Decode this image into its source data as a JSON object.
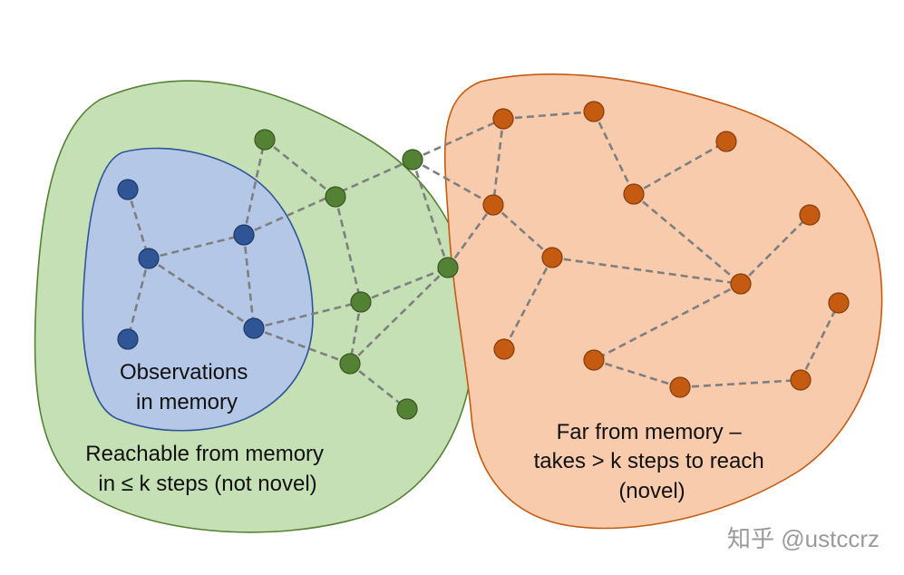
{
  "regions": {
    "memory": {
      "label_lines": [
        "Observations",
        "in memory"
      ],
      "fill": "#b4c7e7",
      "stroke": "#2f5597"
    },
    "reachable": {
      "label_lines": [
        "Reachable from memory",
        "in ≤ k steps (not novel)"
      ],
      "fill": "#c5e0b4",
      "stroke": "#548235"
    },
    "far": {
      "label_lines": [
        "Far from memory –",
        "takes > k steps to reach",
        "(novel)"
      ],
      "fill": "#f8cbad",
      "stroke": "#c55a11"
    }
  },
  "node_colors": {
    "memory": {
      "fill": "#2f5597",
      "stroke": "#1f3864"
    },
    "reachable": {
      "fill": "#548235",
      "stroke": "#375623"
    },
    "far": {
      "fill": "#c55a11",
      "stroke": "#843c0c"
    }
  },
  "edge_color": "#7f7f7f",
  "watermark": "知乎 @ustccrz"
}
